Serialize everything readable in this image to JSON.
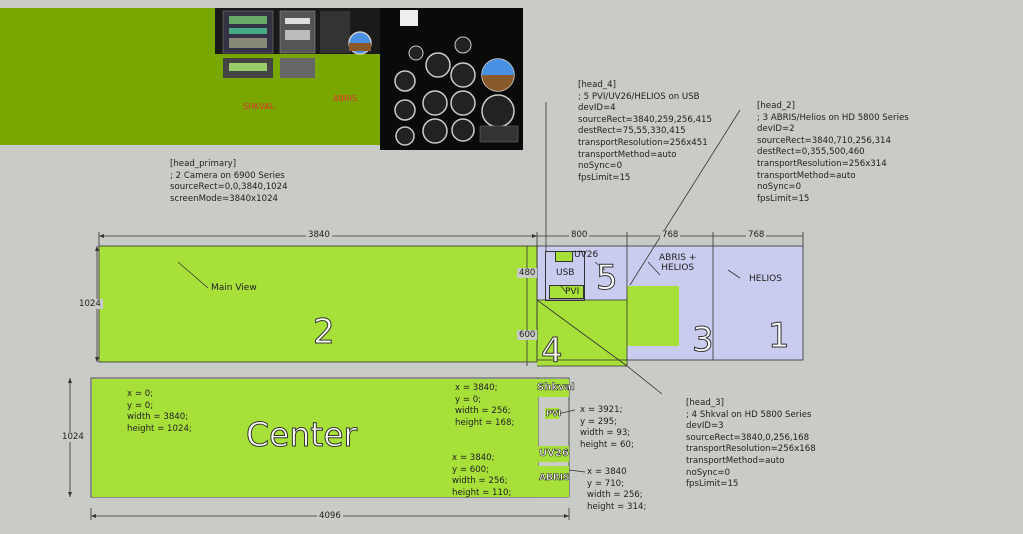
{
  "screenshot": {
    "left_view_labels": [
      "SHKVAL",
      "ABRIS"
    ]
  },
  "notes": {
    "head_primary": "[head_primary]\n; 2 Camera on 6900 Series\nsourceRect=0,0,3840,1024\nscreenMode=3840x1024",
    "head_4": "[head_4]\n; 5 PVI/UV26/HELIOS on USB\ndevID=4\nsourceRect=3840,259,256,415\ndestRect=75,55,330,415\ntransportResolution=256x451\ntransportMethod=auto\nnoSync=0\nfpsLimit=15",
    "head_2": "[head_2]\n; 3 ABRIS/Helios on HD 5800 Series\ndevID=2\nsourceRect=3840,710,256,314\ndestRect=0,355,500,460\ntransportResolution=256x314\ntransportMethod=auto\nnoSync=0\nfpsLimit=15",
    "head_3": "[head_3]\n; 4 Shkval on HD 5800 Series\ndevID=3\nsourceRect=3840,0,256,168\ntransportResolution=256x168\ntransportMethod=auto\nnoSync=0\nfpsLimit=15"
  },
  "top_diagram": {
    "dims": {
      "w3840": "3840",
      "w800": "800",
      "w768a": "768",
      "w768b": "768",
      "h1024": "1024",
      "h480": "480",
      "h600": "600"
    },
    "main_view": "Main View",
    "n2": "2",
    "n5": "5",
    "n4": "4",
    "n3": "3",
    "n1": "1",
    "uv26": "UV26",
    "usb": "USB",
    "pvi": "PVI",
    "abris_helios": "ABRIS +\nHELIOS",
    "helios": "HELIOS"
  },
  "bottom_diagram": {
    "h1024": "1024",
    "w4096": "4096",
    "center": "Center",
    "center_coords": "x = 0;\ny = 0;\nwidth = 3840;\nheight = 1024;",
    "shkval_tag": "Shkval",
    "pvi_tag": "PVI",
    "uv26_tag": "UV26",
    "abris_tag": "ABRIS",
    "shkval_coords": "x = 3840;\ny = 0;\nwidth = 256;\nheight = 168;",
    "pvi_coords": "x = 3921;\ny = 295;\nwidth = 93;\nheight = 60;",
    "uv26_coords": "x = 3840;\ny = 600;\nwidth = 256;\nheight = 110;",
    "abris_coords": "x = 3840\ny = 710;\nwidth = 256;\nheight = 314;"
  },
  "colors": {
    "green": "#a8e03a",
    "lavender": "#c9ccee",
    "background": "#c9cbc6"
  }
}
